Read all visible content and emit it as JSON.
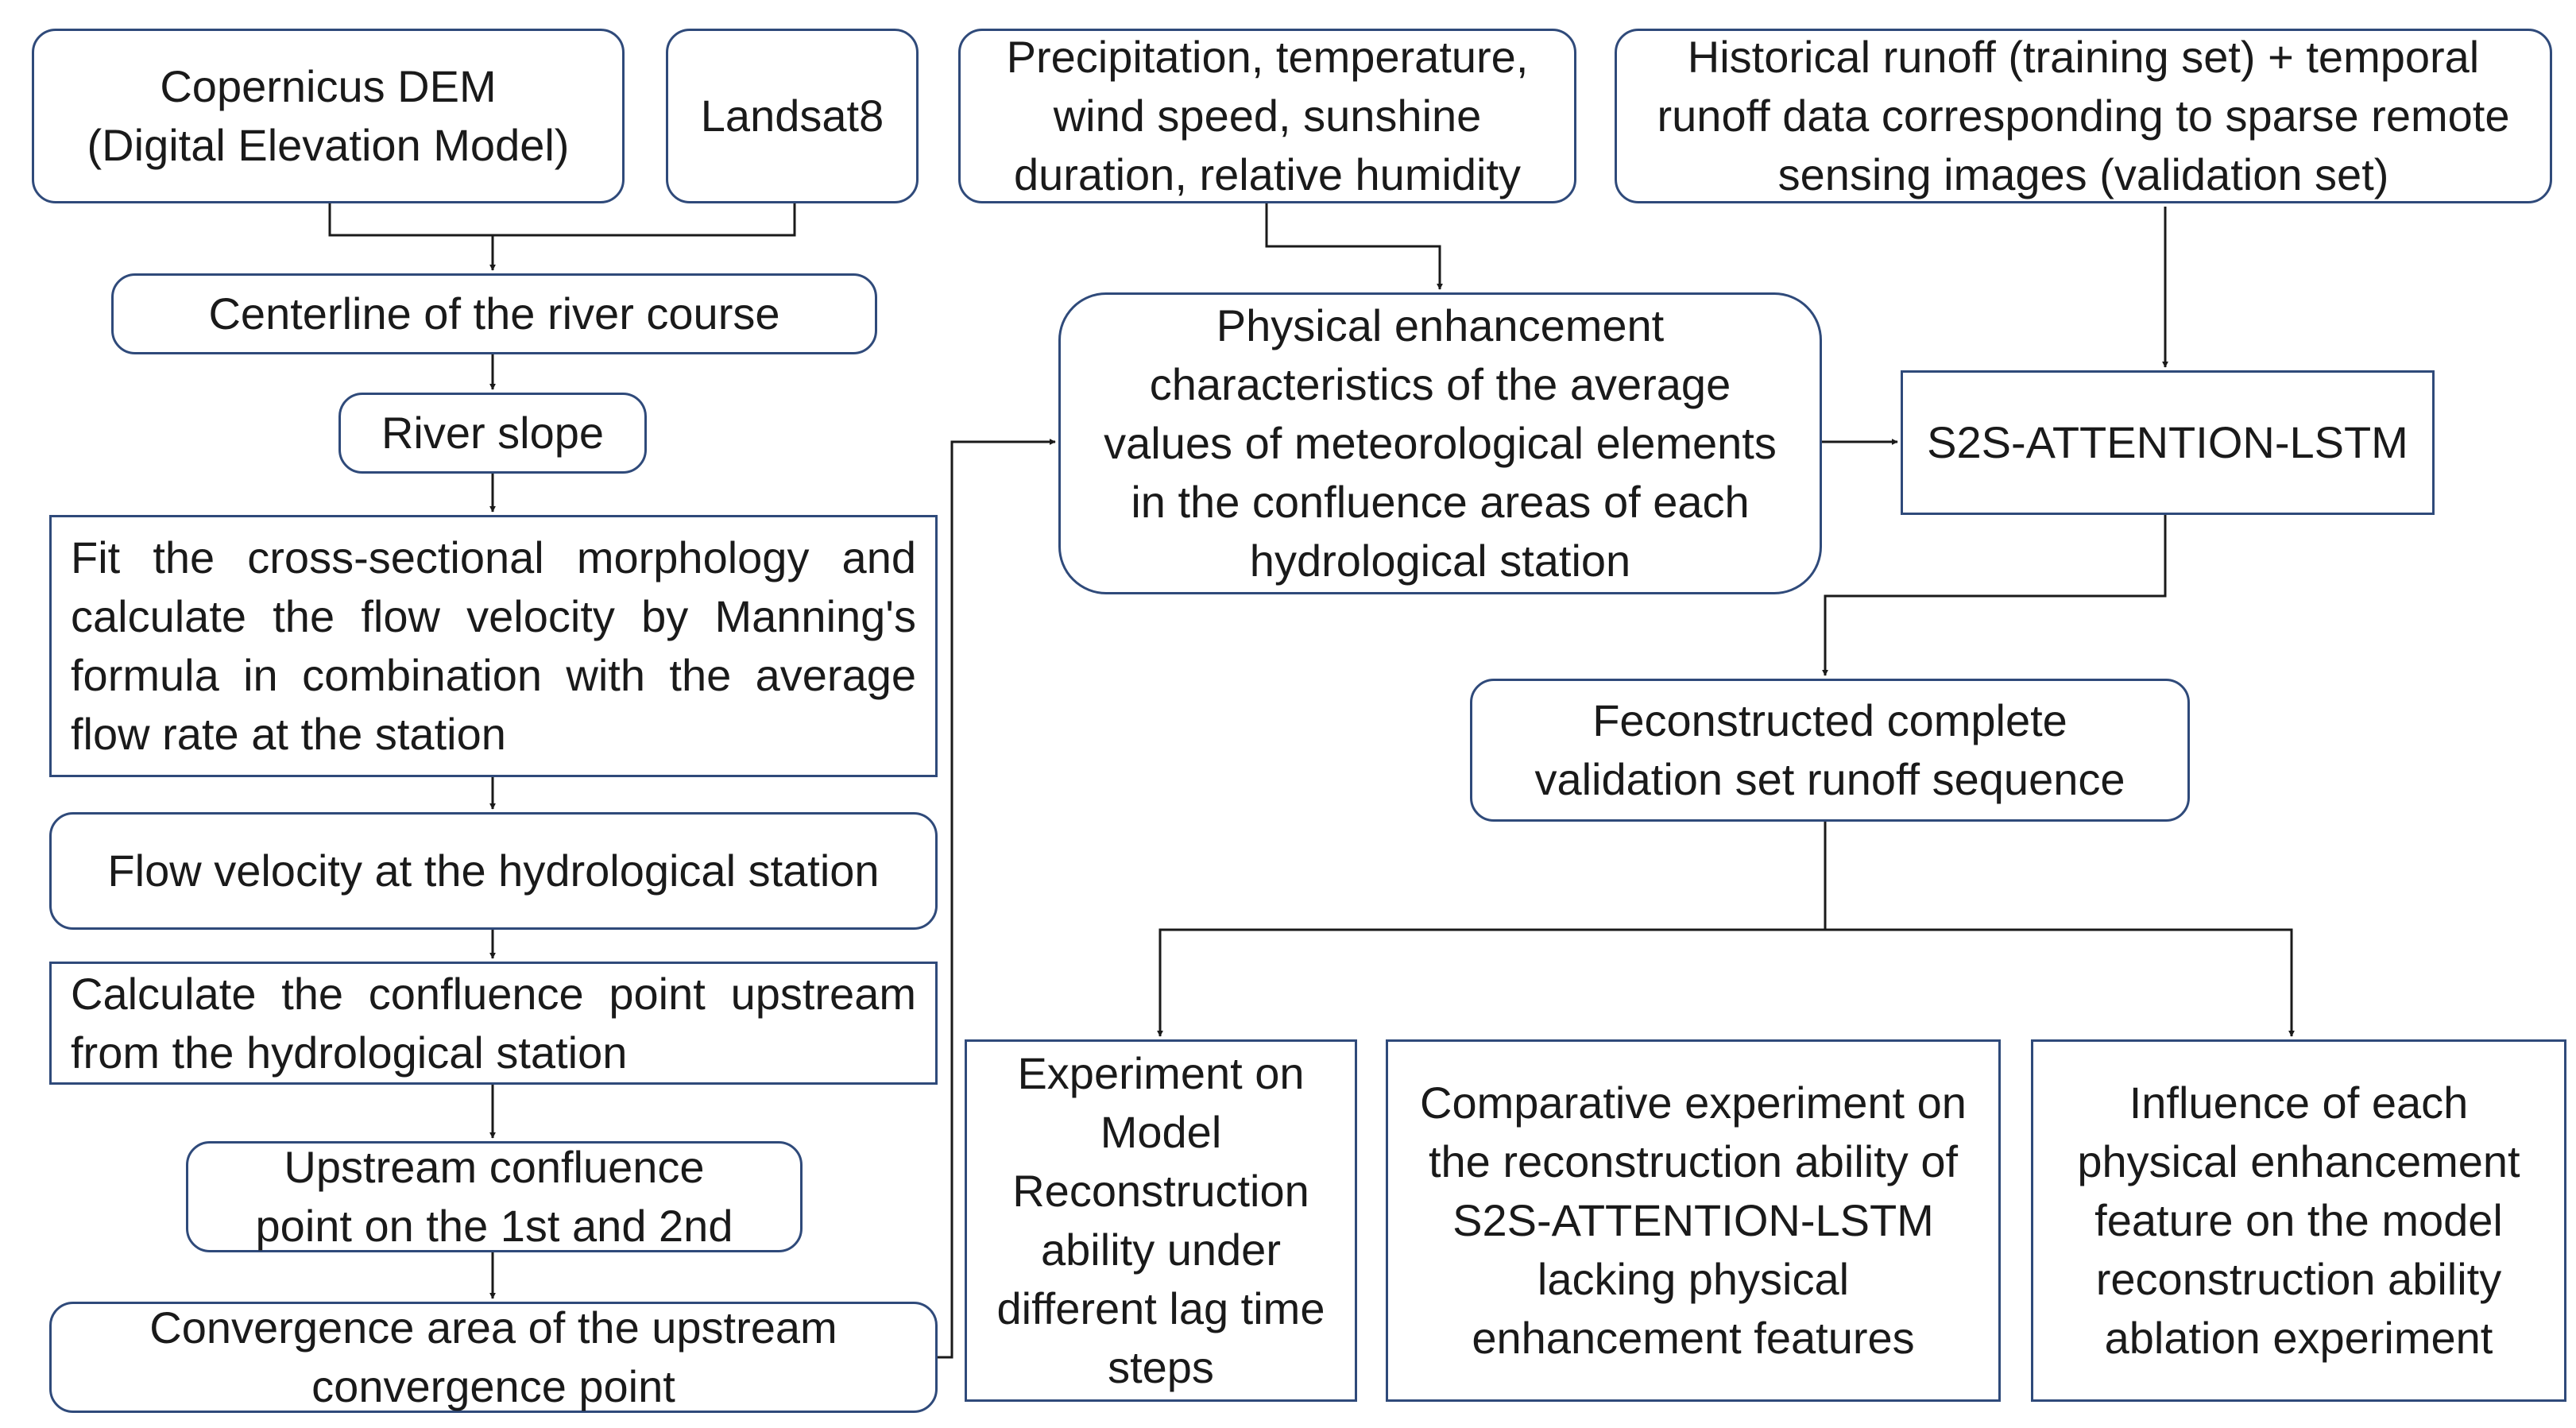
{
  "nodes": {
    "copernicus_dem": "Copernicus DEM\n(Digital Elevation Model)",
    "landsat8": "Landsat8",
    "meteorology": "Precipitation, temperature, wind speed, sunshine duration, relative humidity",
    "historical_runoff": "Historical runoff (training set) + temporal runoff data corresponding to sparse remote sensing images (validation set)",
    "centerline": "Centerline of the river course",
    "river_slope": "River slope",
    "physical_enhancement": "Physical enhancement characteristics of the average values of meteorological elements in the confluence areas of each hydrological station",
    "s2s_model": "S2S-ATTENTION-LSTM",
    "fit_cross_section": "Fit the cross-sectional morphology and calculate the flow velocity by Manning's formula in combination with the average flow rate at the station",
    "reconstructed_sequence": "Feconstructed complete validation set runoff sequence",
    "flow_velocity": "Flow velocity at the hydrological station",
    "calc_confluence": "Calculate the confluence point upstream from the hydrological station",
    "upstream_confluence": "Upstream confluence\npoint on the 1st and 2nd",
    "convergence_area": "Convergence area of the upstream convergence point",
    "exp_lag": "Experiment on Model Reconstruction ability under different lag time steps",
    "exp_comparative": "Comparative experiment on the reconstruction ability of S2S-ATTENTION-LSTM lacking physical enhancement features",
    "exp_ablation": "Influence of each physical enhancement feature on the model reconstruction ability ablation experiment"
  },
  "colors": {
    "border": "#2f4a7a",
    "arrow": "#1a1a1a",
    "text": "#1a1a1a"
  }
}
